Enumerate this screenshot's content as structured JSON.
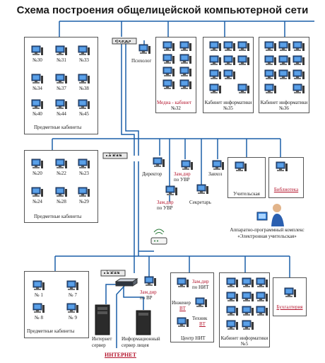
{
  "title": "Схема построения общелицейской компьютерной сети",
  "colors": {
    "line": "#1a5fa8",
    "accent": "#b3122a",
    "screen": "#3a79c9"
  },
  "floor3": {
    "switch_label": "3 этаж",
    "subject_rooms": {
      "caption": "Предметные кабинеты",
      "pcs": [
        "№30",
        "№31",
        "№33",
        "№34",
        "№37",
        "№38",
        "№40",
        "№44",
        "№45"
      ]
    },
    "psychologist": "Психолог",
    "media": {
      "red": "Медиа - кабинет",
      "label": "№32"
    },
    "informatics35": "Кабинет информатики №35",
    "informatics36": "Кабинет информатики №36"
  },
  "floor2": {
    "switch_label": "2 этаж",
    "subject_rooms": {
      "caption": "Предметные кабинеты",
      "pcs": [
        "№20",
        "№22",
        "№23",
        "№24",
        "№28",
        "№29"
      ]
    },
    "director": "Директор",
    "deputy_uvr_1": {
      "red": "Зам.дир",
      "label": "по УВР"
    },
    "deputy_uvr_2": {
      "red": "Зам.дир",
      "label": "по УВР"
    },
    "supply": "Завхоз",
    "secretary": "Секретарь",
    "teachers_room": "Учительская",
    "library": "Библиотека",
    "complex": "Аппаратно-программный комплекс «Электронная учительская»"
  },
  "floor1": {
    "switch_label": "1 этаж",
    "subject_rooms": {
      "caption": "Предметные кабинеты",
      "pcs": [
        "№ 1",
        "№ 7",
        "№ 8",
        "№ 9"
      ]
    },
    "internet_server": "Интернет сервер",
    "info_server": "Информационный сервер лицея",
    "deputy_vr": {
      "red": "Зам.дир",
      "label": "по ВР"
    },
    "nit": {
      "deputy": {
        "red": "Зам.дир",
        "label": "по НИТ"
      },
      "engineer": {
        "label": "Инженер",
        "red": "ВТ"
      },
      "tech": {
        "label": "Техник",
        "red": "ВТ"
      },
      "caption": "Центр НИТ"
    },
    "informatics5": "Кабинет информатики №5",
    "accounting": "Бухгалтерия"
  },
  "internet": "ИНТЕРНЕТ"
}
